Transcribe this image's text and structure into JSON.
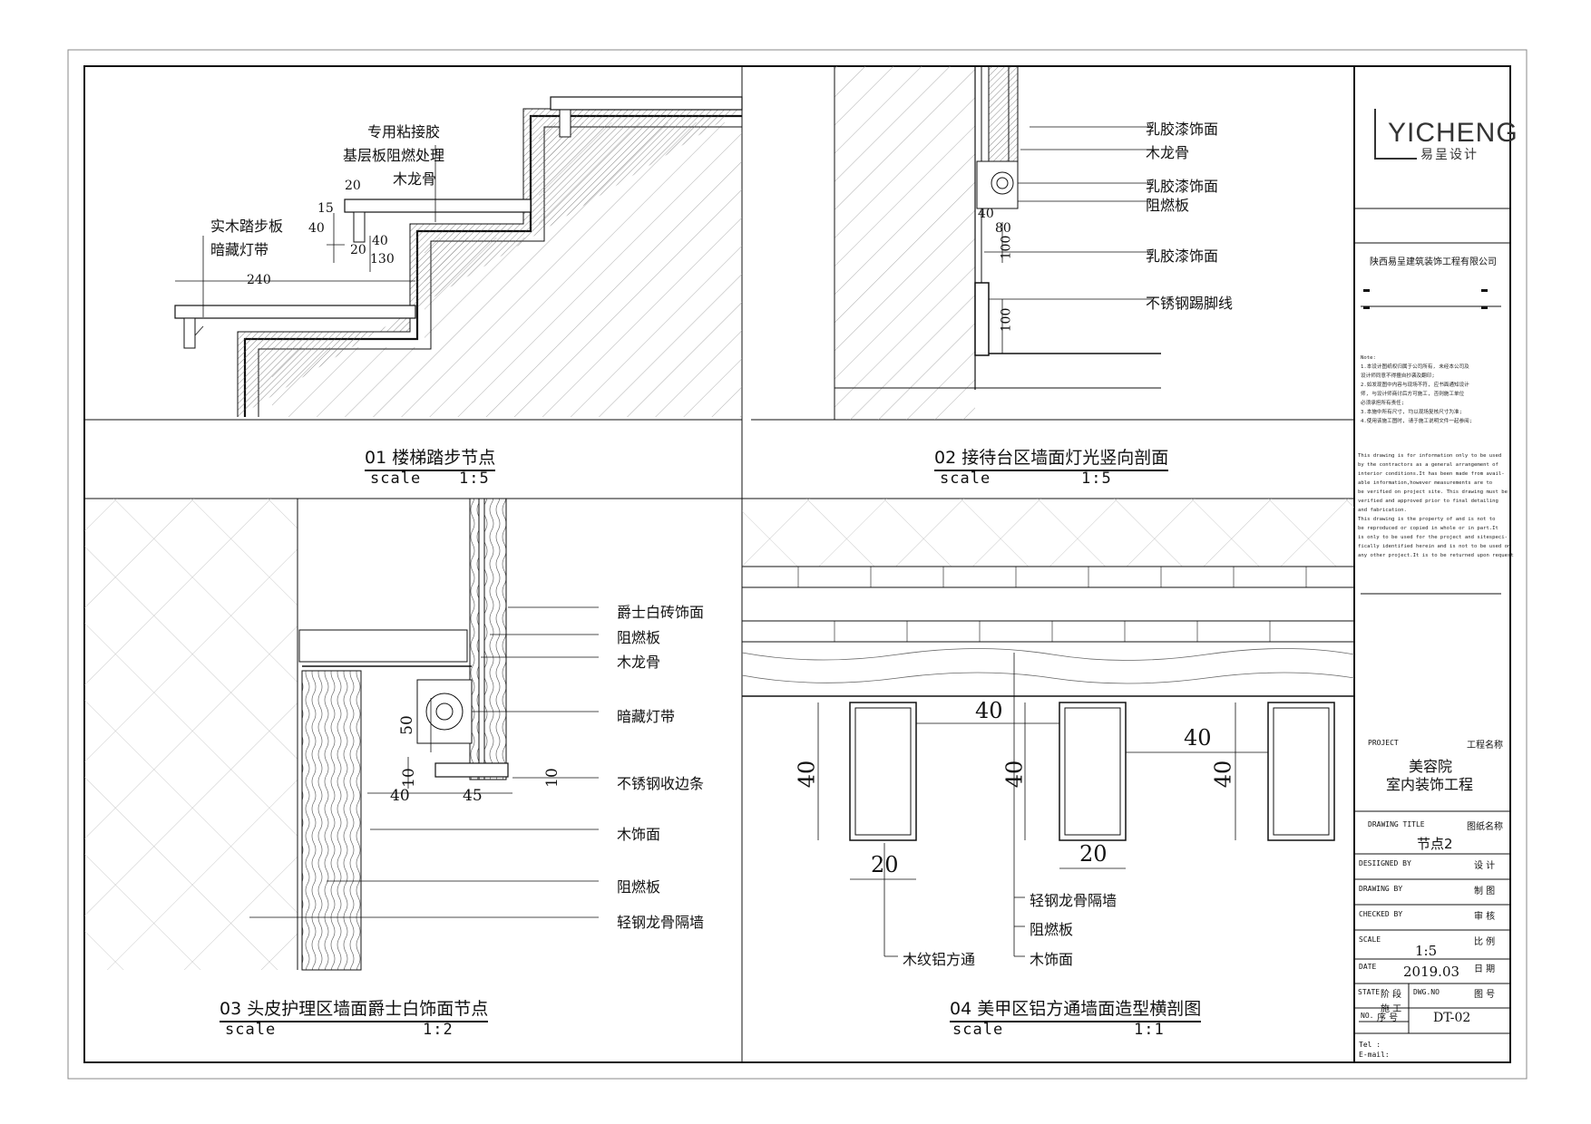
{
  "detail01": {
    "labels": [
      "专用粘接胶",
      "基层板阻燃处理",
      "木龙骨",
      "实木踏步板",
      "暗藏灯带"
    ],
    "dims": [
      "20",
      "15",
      "40",
      "40",
      "20",
      "130",
      "240"
    ],
    "title": "01  楼梯踏步节点",
    "scale_word": "scale",
    "scale_value": "1:5"
  },
  "detail02": {
    "labels": [
      "乳胶漆饰面",
      "木龙骨",
      "乳胶漆饰面",
      "阻燃板",
      "乳胶漆饰面",
      "不锈钢踢脚线"
    ],
    "dims": [
      "40",
      "80",
      "100",
      "100"
    ],
    "title": "02 接待台区墙面灯光竖向剖面",
    "scale_word": "scale",
    "scale_value": "1:5"
  },
  "detail03": {
    "labels": [
      "爵士白砖饰面",
      "阻燃板",
      "木龙骨",
      "暗藏灯带",
      "不锈钢收边条",
      "木饰面",
      "阻燃板",
      "轻钢龙骨隔墙"
    ],
    "dims": [
      "50",
      "10",
      "10",
      "40",
      "45"
    ],
    "title": "03 头皮护理区墙面爵士白饰面节点",
    "scale_word": "scale",
    "scale_value": "1:2"
  },
  "detail04": {
    "labels": [
      "轻钢龙骨隔墙",
      "阻燃板",
      "木纹铝方通",
      "木饰面"
    ],
    "dims": [
      "40",
      "40",
      "40",
      "40",
      "40",
      "20",
      "20"
    ],
    "title": "04 美甲区铝方通墙面造型横剖图",
    "scale_word": "scale",
    "scale_value": "1:1"
  },
  "titleblock": {
    "logo_text": "YICHENG",
    "logo_sub": "易呈设计",
    "company": "陕西易呈建筑装饰工程有限公司",
    "notes_cn": [
      "Note:",
      "1.本设计图纸权归属于公司所有, 未经本公司及",
      "  设计师同意不得擅自抄袭及翻印;",
      "2.如发现图中内容与现场不符, 应书面通知设计",
      "  师, 与设计师商讨后方可施工, 否则施工单位",
      "  必须承担所有责任;",
      "3.本施中所有尺寸, 均以现场复核尺寸为准;",
      "4.使用该施工图时, 请于施工说明文件一起参阅;"
    ],
    "notes_en": [
      "This drawing is for information only to be used",
      "by the contractors as a general arrangement of",
      "interior conditions.It has been made from avail-",
      "able  information,however measurements are to",
      "be verified on project site. This drawing must be",
      "verified and approved prior to final detailing",
      "and fabrication.",
      "  This drawing is the property of and is not to",
      "be reproduced or copied in whole or in part.It",
      "is only to be used for the project  and sitespeci-",
      "fically  identified herein and is not to be used on",
      "any other project.It is to be returned upon request"
    ],
    "project_en": "PROJECT",
    "project_cn": "工程名称",
    "project_name_1": "美容院",
    "project_name_2": "室内装饰工程",
    "drawing_title_en": "DRAWING TITLE",
    "drawing_title_cn": "图纸名称",
    "drawing_title": "节点2",
    "designed_en": "DESIIGNED  BY",
    "designed_cn": "设    计",
    "drawing_en": "DRAWING  BY",
    "drawing_cn": "制    图",
    "checked_en": "CHECKED  BY",
    "checked_cn": "审    核",
    "scale_en": "SCALE",
    "scale_cn": "比    例",
    "scale_value": "1:5",
    "date_en": "DATE",
    "date_cn": "日    期",
    "date_value": "2019.03",
    "state_en": "STATE",
    "state_cn": "阶    段",
    "state_value": "施    工",
    "dwg_en": "DWG.NO",
    "dwg_cn": "图    号",
    "no_en": "NO.",
    "no_cn": "序    号",
    "dwg_value": "DT-02",
    "tel": "Tel :",
    "email": "E-mail:"
  }
}
